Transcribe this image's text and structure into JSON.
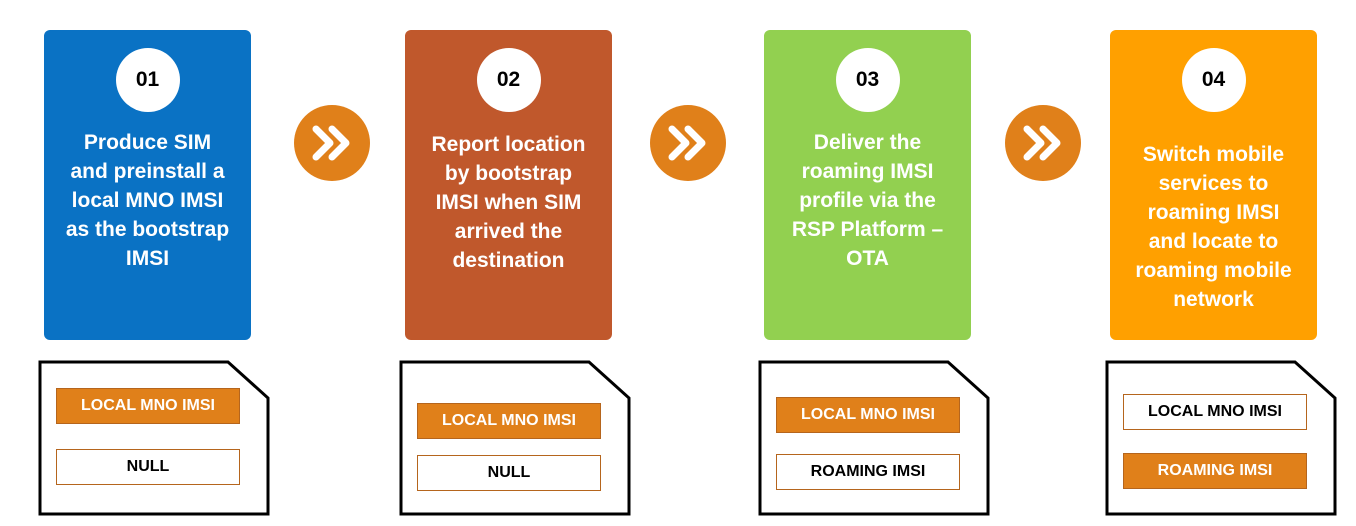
{
  "steps": [
    {
      "number": "01",
      "color": "#0a72c4",
      "lines": [
        "Produce SIM",
        "and preinstall a",
        "local MNO IMSI",
        "as the bootstrap",
        "IMSI"
      ]
    },
    {
      "number": "02",
      "color": "#c0582c",
      "lines": [
        "Report location",
        "by bootstrap",
        "IMSI when SIM",
        "arrived the",
        "destination"
      ]
    },
    {
      "number": "03",
      "color": "#92d050",
      "lines": [
        "Deliver the",
        "roaming IMSI",
        "profile via the",
        "RSP Platform –",
        "OTA"
      ]
    },
    {
      "number": "04",
      "color": "#ffa000",
      "lines": [
        "Switch mobile",
        "services to",
        "roaming IMSI",
        "and locate to",
        "roaming mobile",
        "network"
      ]
    }
  ],
  "sims": [
    {
      "slot1": "LOCAL MNO IMSI",
      "slot1_filled": true,
      "slot2": "NULL",
      "slot2_filled": false
    },
    {
      "slot1": "LOCAL MNO IMSI",
      "slot1_filled": true,
      "slot2": "NULL",
      "slot2_filled": false
    },
    {
      "slot1": "LOCAL MNO IMSI",
      "slot1_filled": true,
      "slot2": "ROAMING IMSI",
      "slot2_filled": false
    },
    {
      "slot1": "LOCAL MNO IMSI",
      "slot1_filled": false,
      "slot2": "ROAMING IMSI",
      "slot2_filled": true
    }
  ],
  "colors": {
    "arrow": "#e0801a",
    "slot_fill": "#e0801a",
    "slot_border": "#b5651d"
  }
}
